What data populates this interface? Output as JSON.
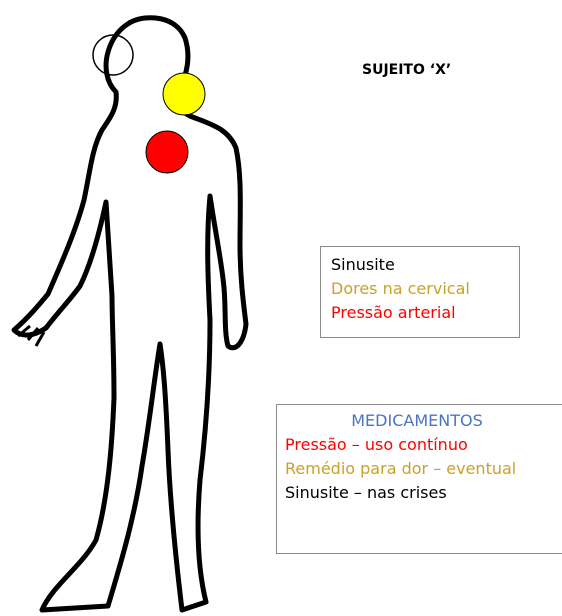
{
  "title": "SUJEITO ‘X’",
  "colors": {
    "sinus": "#000000",
    "cervical": "#ffff00",
    "pressure": "#ff0000",
    "cervical_text": "#c9a227",
    "pressure_text": "#ff0000",
    "meds_header": "#4a74c4",
    "outline": "#000000"
  },
  "legend": {
    "items": [
      {
        "label": "Sinusite",
        "color": "#000000"
      },
      {
        "label": "Dores na cervical",
        "color": "#c9a227"
      },
      {
        "label": "Pressão arterial",
        "color": "#ff0000"
      }
    ]
  },
  "medications": {
    "header": "MEDICAMENTOS",
    "items": [
      {
        "label": "Pressão – uso contínuo",
        "color": "#ff0000"
      },
      {
        "label": "Remédio para dor – eventual",
        "color": "#c9a227"
      },
      {
        "label": "Sinusite – nas crises",
        "color": "#000000"
      }
    ]
  },
  "markers": [
    {
      "name": "sinus-marker",
      "fill": "none",
      "stroke": "#000000"
    },
    {
      "name": "cervical-marker",
      "fill": "#ffff00",
      "stroke": "#000000"
    },
    {
      "name": "pressure-marker",
      "fill": "#ff0000",
      "stroke": "#000000"
    }
  ]
}
